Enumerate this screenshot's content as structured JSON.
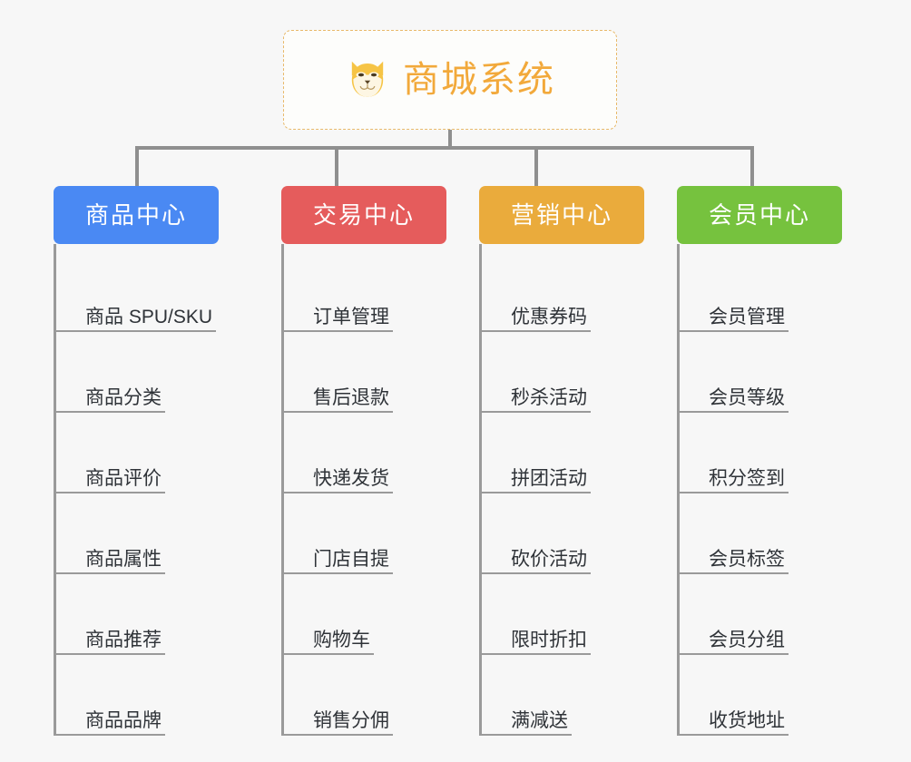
{
  "page": {
    "background_color": "#f7f7f7",
    "diagram_type": "org-chart-mindmap"
  },
  "root": {
    "icon": "shiba-dog-icon",
    "title": "商城系统",
    "title_color": "#f2a93b",
    "border_color": "#e8b96a"
  },
  "connector_color": "#8f8f8f",
  "columns": [
    {
      "id": "product-center",
      "label": "商品中心",
      "color": "#4a89f3",
      "items": [
        "商品 SPU/SKU",
        "商品分类",
        "商品评价",
        "商品属性",
        "商品推荐",
        "商品品牌"
      ]
    },
    {
      "id": "trade-center",
      "label": "交易中心",
      "color": "#e55c5c",
      "items": [
        "订单管理",
        "售后退款",
        "快递发货",
        "门店自提",
        "购物车",
        "销售分佣"
      ]
    },
    {
      "id": "marketing-center",
      "label": "营销中心",
      "color": "#eaab3c",
      "items": [
        "优惠券码",
        "秒杀活动",
        "拼团活动",
        "砍价活动",
        "限时折扣",
        "满减送"
      ]
    },
    {
      "id": "member-center",
      "label": "会员中心",
      "color": "#76c23e",
      "items": [
        "会员管理",
        "会员等级",
        "积分签到",
        "会员标签",
        "会员分组",
        "收货地址"
      ]
    }
  ]
}
